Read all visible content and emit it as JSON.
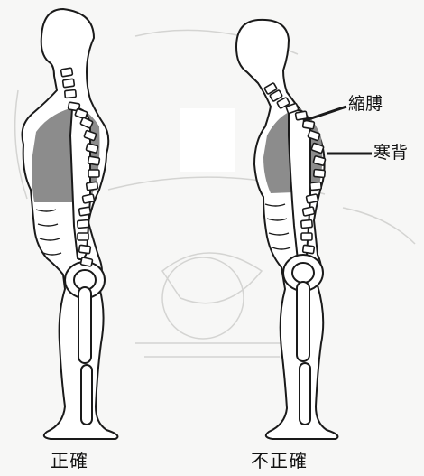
{
  "figures": [
    {
      "caption": "正確"
    },
    {
      "caption": "不正確"
    }
  ],
  "callouts": [
    {
      "text": "縮膊"
    },
    {
      "text": "寒背"
    }
  ],
  "colors": {
    "line": "#1a1a1a",
    "body_fill": "#ffffff",
    "torso_shade": "#8c8c8c",
    "background": "#f7f7f6",
    "faded_print": "#d4d4d2"
  }
}
